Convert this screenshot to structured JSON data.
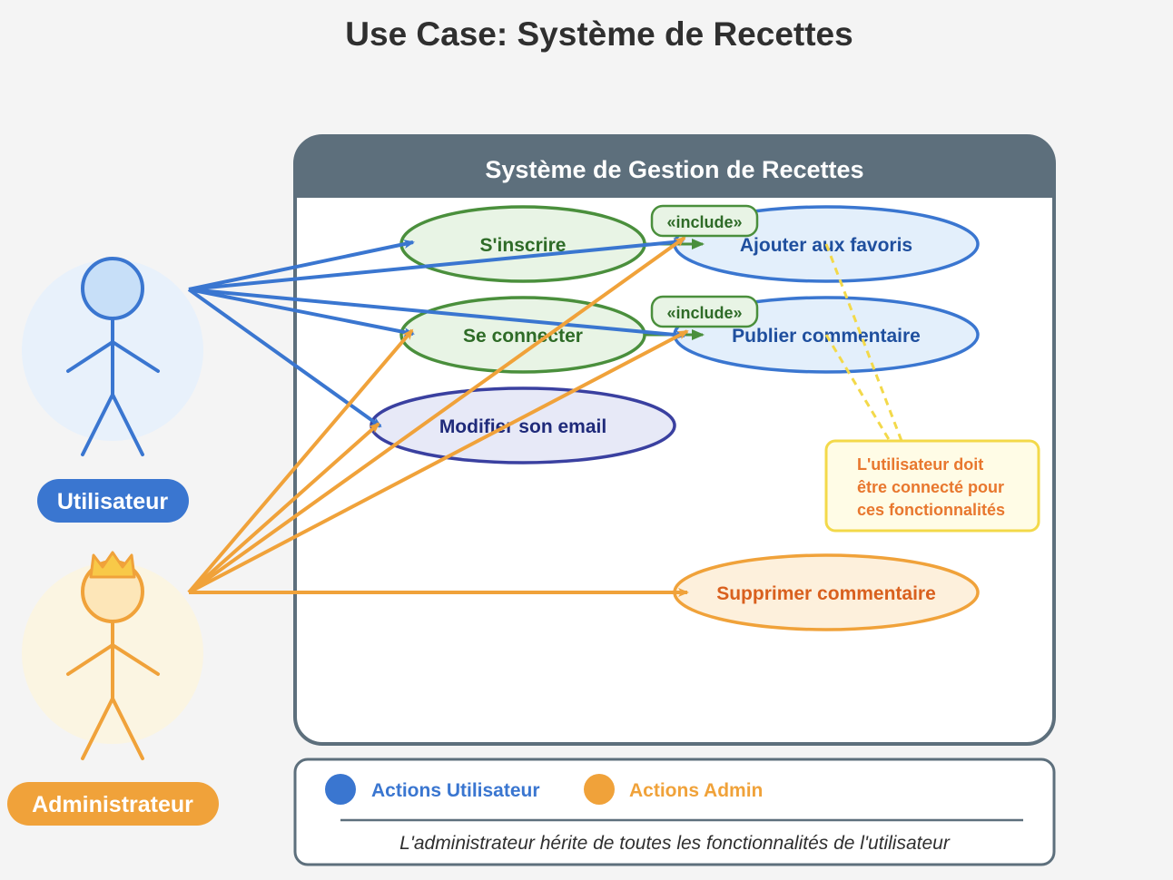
{
  "title": "Use Case: Système de Recettes",
  "system": {
    "title": "Système de Gestion de Recettes"
  },
  "actors": {
    "user": {
      "label": "Utilisateur",
      "color": "#3a76d0",
      "head_fill": "#c7dff8",
      "halo": "#e8f1fb"
    },
    "admin": {
      "label": "Administrateur",
      "color": "#f0a23a",
      "head_fill": "#fde6b8",
      "halo": "#fbf5e2",
      "icon": "crown-icon"
    }
  },
  "use_cases": {
    "inscrire": {
      "label": "S'inscrire"
    },
    "connecter": {
      "label": "Se connecter"
    },
    "modifier_email": {
      "label": "Modifier son email"
    },
    "favoris": {
      "label": "Ajouter aux favoris"
    },
    "publier": {
      "label": "Publier commentaire"
    },
    "supprimer": {
      "label": "Supprimer commentaire"
    }
  },
  "relations": {
    "include_1": "«include»",
    "include_2": "«include»"
  },
  "note": {
    "line1": "L'utilisateur doit",
    "line2": "être connecté pour",
    "line3": "ces fonctionnalités"
  },
  "legend": {
    "user_label": "Actions Utilisateur",
    "admin_label": "Actions Admin",
    "footnote": "L'administrateur hérite de toutes les fonctionnalités de l'utilisateur"
  },
  "colors": {
    "user": "#3a76d0",
    "admin": "#f0a23a",
    "include": "#4a8f3c",
    "note_border": "#f3d94a",
    "note_text": "#e8772e",
    "system_header": "#5d6f7c"
  }
}
